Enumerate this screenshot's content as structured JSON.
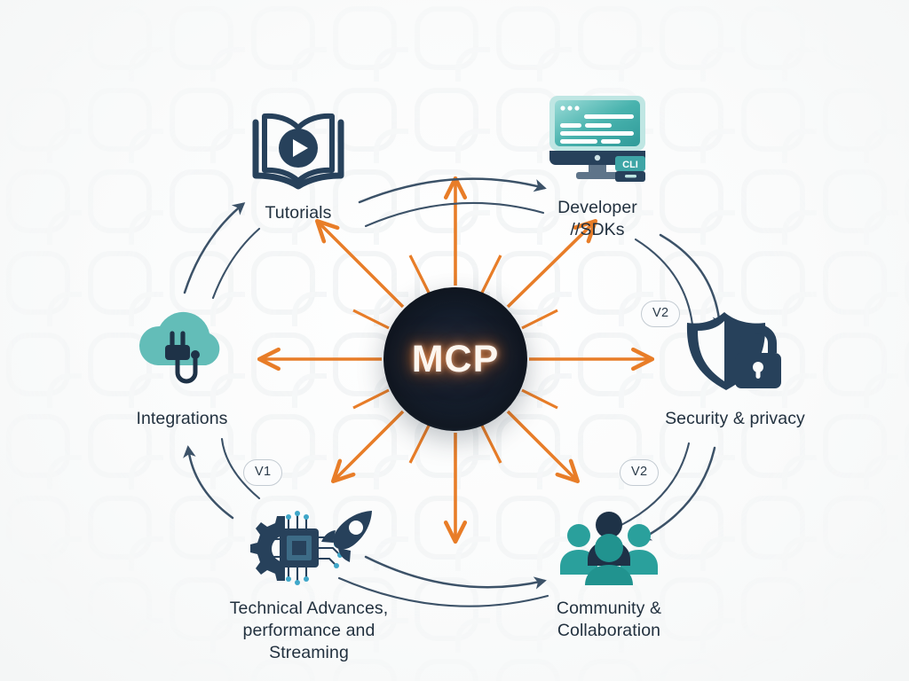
{
  "diagram": {
    "title": "MCP ecosystem hub-and-spoke diagram",
    "hub": {
      "label": "MCP",
      "icon": "mcp-hub-circle"
    },
    "colors": {
      "background": "#fbfcfc",
      "accent_orange": "#e87d28",
      "arc_slate": "#3c5268",
      "icon_navy": "#27415b",
      "icon_teal": "#4fb3ad",
      "text": "#22313f",
      "badge_border": "#c3cbd2"
    },
    "nodes": [
      {
        "id": "tutorials",
        "label": "Tutorials",
        "icon": "open-book-play-icon",
        "badge": null
      },
      {
        "id": "developer",
        "label": "Developer\n//SDKs",
        "icon": "monitor-code-cli-icon",
        "badge": null,
        "icon_badge_text": "CLI"
      },
      {
        "id": "security",
        "label": "Security & privacy",
        "icon": "shield-lock-icon",
        "badge": "V2"
      },
      {
        "id": "community",
        "label": "Community &\nCollaboration",
        "icon": "people-group-icon",
        "badge": "V2"
      },
      {
        "id": "technical",
        "label": "Technical Advances,\nperformance and Streaming",
        "icon": "gear-chip-rocket-icon",
        "badge": "V1"
      },
      {
        "id": "integrations",
        "label": "Integrations",
        "icon": "cloud-plug-icon",
        "badge": null
      }
    ],
    "radial_arrows": {
      "count_with_heads": 8,
      "count_short_rays": 8,
      "color": "#e87d28",
      "directions": [
        "N",
        "NE",
        "E",
        "SE",
        "S",
        "SW",
        "W",
        "NW"
      ]
    },
    "flow_arcs": [
      {
        "from": "tutorials",
        "to": "developer",
        "style": "curved-arrow",
        "pair": 2
      },
      {
        "from": "developer",
        "to": "security",
        "style": "curved-arrow",
        "pair": 2
      },
      {
        "from": "security",
        "to": "community",
        "style": "curved-arrow",
        "pair": 2
      },
      {
        "from": "technical",
        "to": "community",
        "style": "curved-arrow",
        "pair": 2
      },
      {
        "from": "technical",
        "to": "integrations",
        "style": "curved-arrow",
        "pair": 2
      },
      {
        "from": "integrations",
        "to": "tutorials",
        "style": "curved-arrow",
        "pair": 2
      }
    ]
  }
}
